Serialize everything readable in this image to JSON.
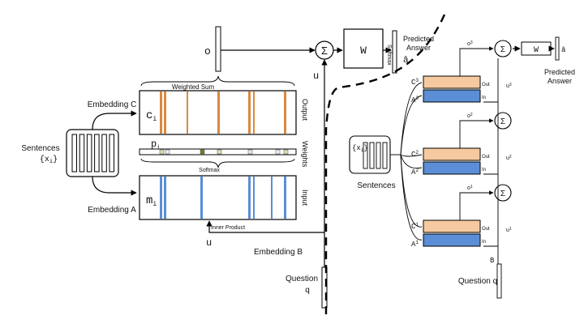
{
  "colors": {
    "orange": "#f6c9a0",
    "orange_stripe": "#d9893f",
    "blue": "#5b8ed6",
    "blue_stripe": "#2d5fb0",
    "olive": "#7d7a2a",
    "light_green": "#d9e2b3"
  },
  "left": {
    "sentences_label": "Sentences",
    "sentences_set": "{x",
    "sentences_sub": "i",
    "embedding_c": "Embedding C",
    "embedding_a": "Embedding A",
    "embedding_b": "Embedding B",
    "c_label": "c",
    "c_sub": "i",
    "m_label": "m",
    "m_sub": "i",
    "p_label": "p",
    "p_sub": "i",
    "output_label": "Output",
    "weights_label": "Weights",
    "input_label": "Input",
    "weighted_sum": "Weighted Sum",
    "softmax_mid": "Softmax",
    "inner_product": "Inner Product",
    "o_label": "o",
    "u_label": "u",
    "u_label_2": "u",
    "sigma": "Σ",
    "w_label": "W",
    "softmax_side": "Softmax",
    "a_hat": "â",
    "predicted_answer": "Predicted\nAnswer",
    "question": "Question",
    "question_q": "q"
  },
  "right": {
    "sentences_set": "{x",
    "sentences_sub": "i",
    "sentences_label": "Sentences",
    "w_label": "W",
    "a_hat": "â",
    "predicted_answer": "Predicted\nAnswer",
    "sigma": "Σ",
    "hops": [
      {
        "c": "C",
        "sup": "3",
        "a": "A",
        "out": "Out",
        "in": "In",
        "hop": "3",
        "o": "o",
        "u": "u"
      },
      {
        "c": "C",
        "sup": "2",
        "a": "A",
        "out": "Out",
        "in": "In",
        "hop": "2",
        "o": "o",
        "u": "u"
      },
      {
        "c": "C",
        "sup": "1",
        "a": "A",
        "out": "Out",
        "in": "In",
        "hop": "1",
        "o": "o",
        "u": "u"
      }
    ],
    "b_label": "B",
    "question": "Question q"
  }
}
